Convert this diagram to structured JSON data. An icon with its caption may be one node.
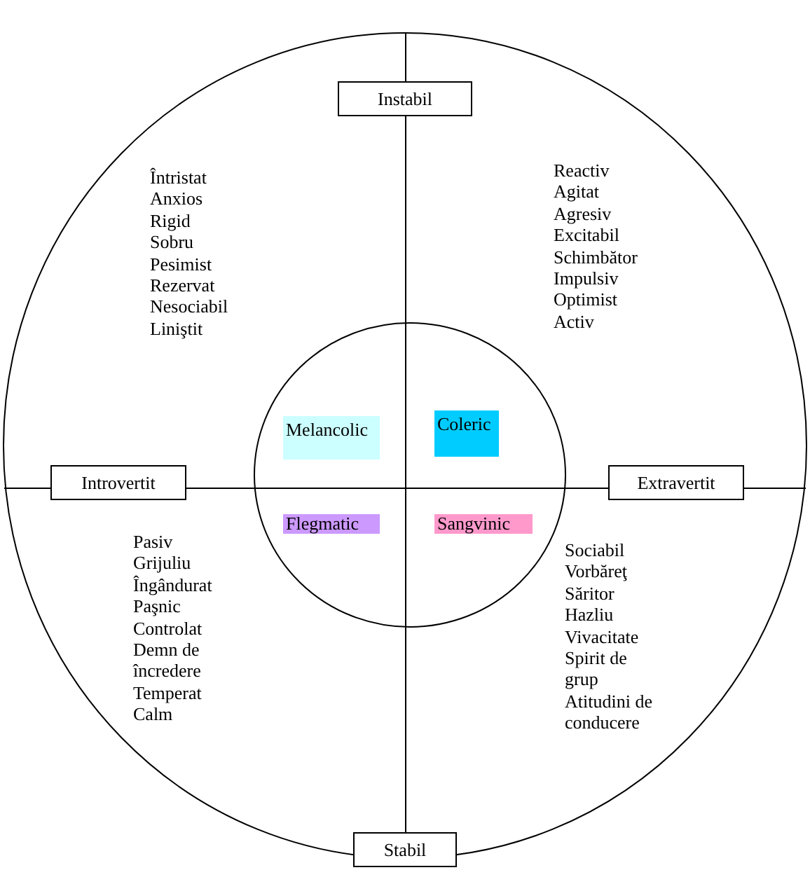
{
  "diagram": {
    "nodes": [
      {
        "text": [],
        "shape": "circle"
      },
      {
        "text": [
          "Instabil"
        ],
        "in": 0
      },
      {
        "text": [],
        "shape": "circle",
        "in": 0
      },
      {
        "text": [
          "Melancolic"
        ],
        "in": 2
      },
      {
        "text": [
          "Coleric"
        ],
        "in": 2
      },
      {
        "text": [
          "Introvertit"
        ],
        "in": 0
      },
      {
        "text": [
          "Extravertit"
        ],
        "in": 0
      },
      {
        "text": [
          "Flegmatic"
        ],
        "in": 2
      },
      {
        "text": [
          "Sangvinic"
        ],
        "in": 2
      },
      {
        "text": [
          "Stabil"
        ]
      }
    ],
    "labels": [
      "Întristat",
      "Anxios",
      "Rigid",
      "Sobru",
      "Pesimist",
      "Rezervat",
      "Nesociabil",
      "Liniştit",
      "Reactiv",
      "Agitat",
      "Agresiv",
      "Excitabil",
      "Schimbător",
      "Impulsiv",
      "Optimist",
      "Activ",
      "Pasiv",
      "Grijuliu",
      "Îngândurat",
      "Paşnic",
      "Controlat",
      "Demn de încredere",
      "Temperat",
      "Calm",
      "Sociabil",
      "Vorbăreţ",
      "Săritor",
      "Hazliu",
      "Vivacitate",
      "Spirit de grup",
      "Atitudini de conducere"
    ]
  }
}
